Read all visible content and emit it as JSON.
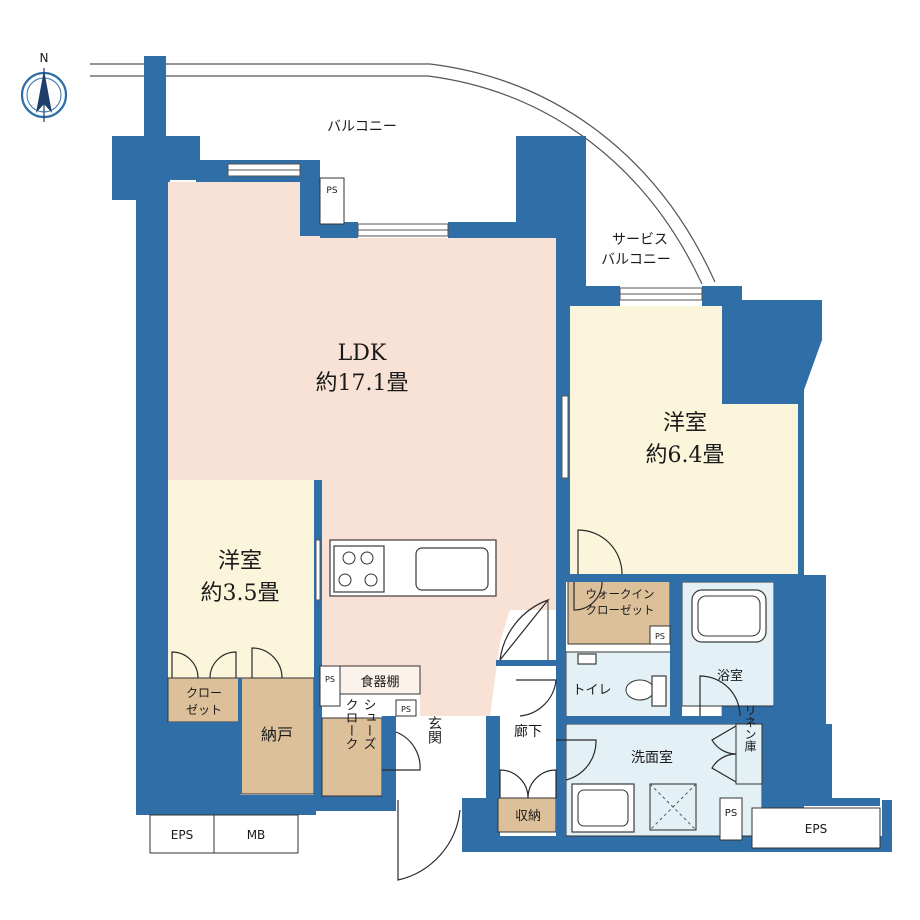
{
  "colors": {
    "wall": "#2f6ea6",
    "ldk_floor": "#f8e2d6",
    "bedroom_floor": "#fbf5dc",
    "storage_floor": "#dcc09a",
    "wet_floor": "#e3f0f5",
    "line": "#333333"
  },
  "compass": {
    "north_label": "N"
  },
  "balcony": {
    "label": "バルコニー"
  },
  "service_balcony": {
    "line1": "サービス",
    "line2": "バルコニー"
  },
  "ldk": {
    "name": "LDK",
    "size": "約17.1畳"
  },
  "bedroom_east": {
    "name": "洋室",
    "size": "約6.4畳"
  },
  "bedroom_west": {
    "name": "洋室",
    "size": "約3.5畳"
  },
  "walk_in_closet": {
    "line1": "ウォークイン",
    "line2": "クローゼット"
  },
  "closet": {
    "line1": "クロー",
    "line2": "ゼット"
  },
  "nando": {
    "label": "納戸"
  },
  "shoe_cloak": {
    "col1": "シューズ",
    "col2": "クローク"
  },
  "entrance": {
    "label": "玄関"
  },
  "hallway": {
    "label": "廊下"
  },
  "storage": {
    "label": "収納"
  },
  "toilet": {
    "label": "トイレ"
  },
  "bathroom": {
    "label": "浴室"
  },
  "washroom": {
    "label": "洗面室"
  },
  "linen": {
    "label": "リネン庫"
  },
  "dish_shelf": {
    "label": "食器棚"
  },
  "ps_label": "PS",
  "eps_label": "EPS",
  "mb_label": "MB"
}
